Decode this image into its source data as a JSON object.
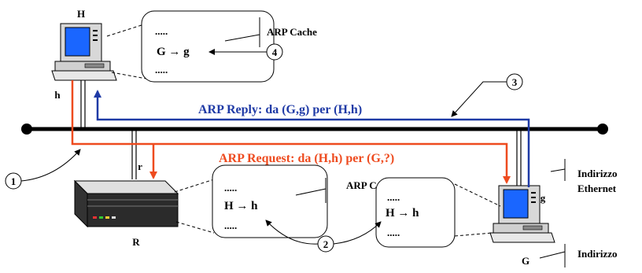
{
  "hosts": {
    "H": {
      "label": "H",
      "address": "h"
    },
    "G": {
      "label": "G",
      "address": "g"
    },
    "R": {
      "label": "R",
      "address": "r"
    }
  },
  "messages": {
    "reply": "ARP Reply: da (G,g) per (H,h)",
    "request": "ARP Request: da (H,h) per (G,?)"
  },
  "caches": {
    "top": {
      "title": "ARP Cache",
      "line1": ".....",
      "entry": "G → g",
      "line3": "....."
    },
    "router": {
      "title": "ARP Cache",
      "line1": ".....",
      "entry": "H → h",
      "line3": "....."
    },
    "g_host": {
      "line1": ".....",
      "entry": "H → h",
      "line3": "....."
    }
  },
  "steps": [
    "1",
    "2",
    "3",
    "4"
  ],
  "annotations": {
    "ethernet_address_1": "Indirizzo",
    "ethernet_address_2": "Ethernet",
    "ip_address": "Indirizzo"
  },
  "colors": {
    "reply": "#1f3aa6",
    "request": "#ee4b1f",
    "bus": "#000000",
    "screen": "#1a66ff"
  }
}
